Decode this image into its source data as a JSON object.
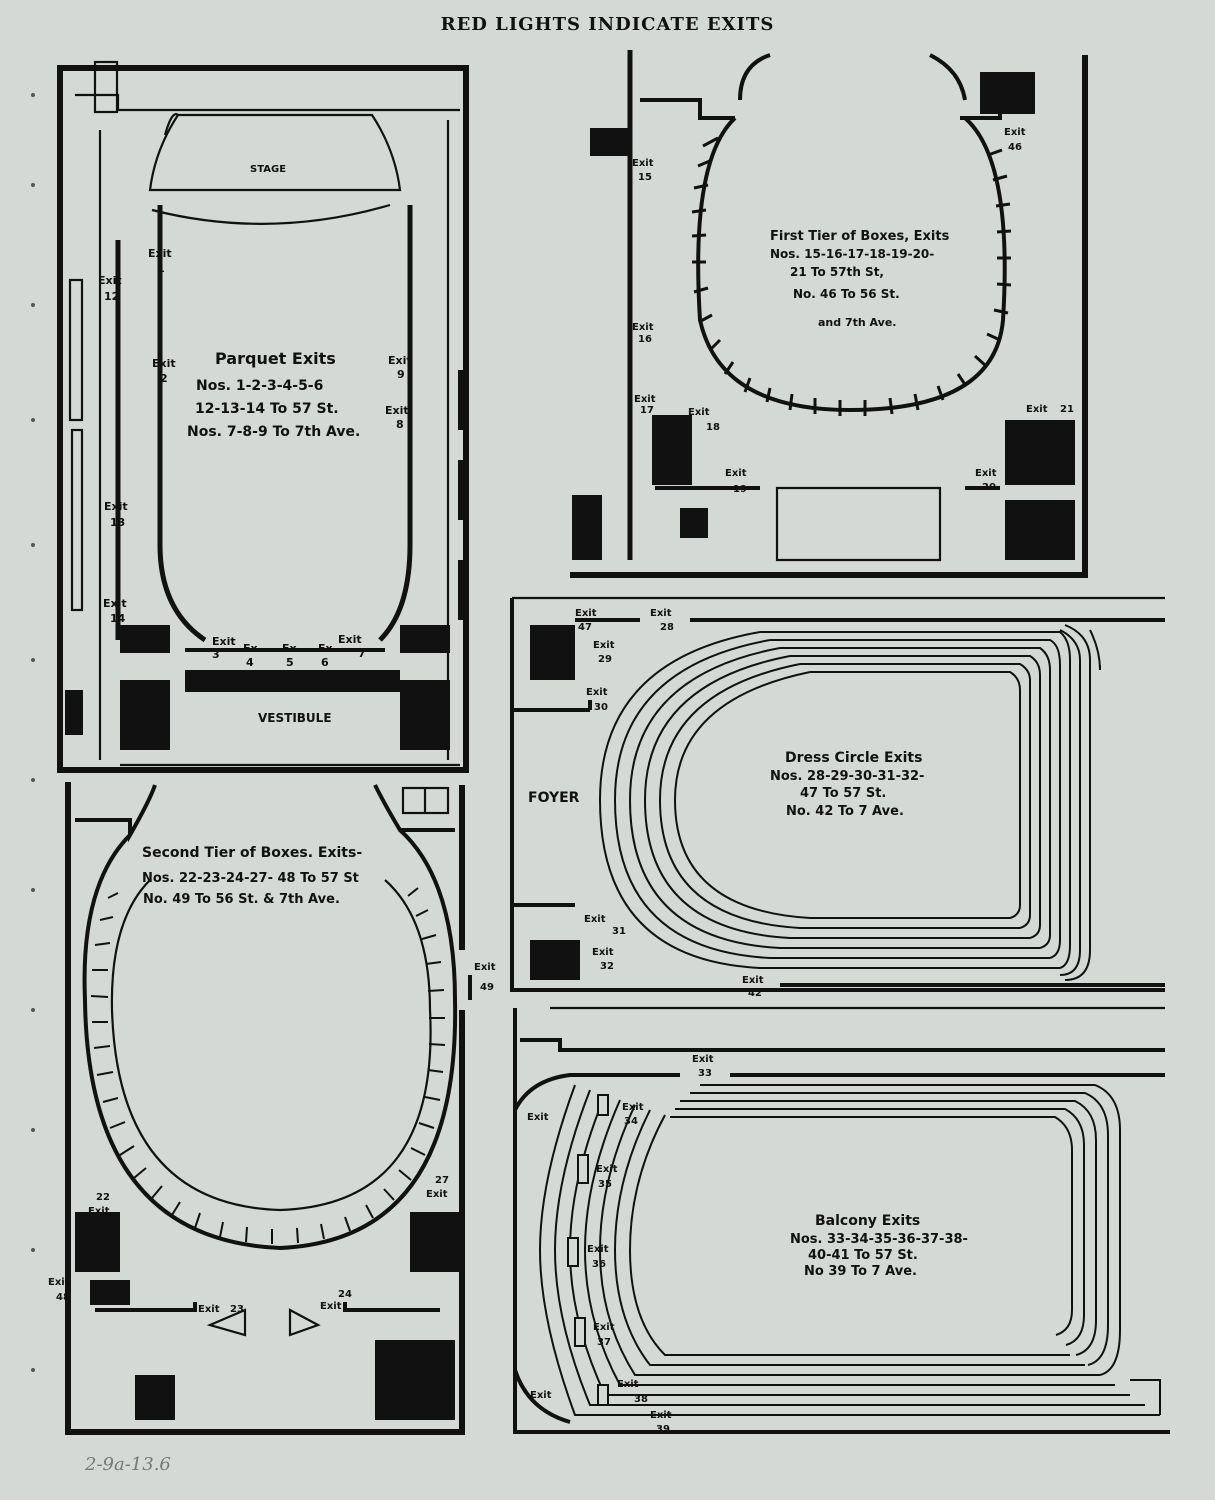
{
  "header": "RED LIGHTS INDICATE EXITS",
  "plans": {
    "parquet": {
      "stage_label": "STAGE",
      "vestibule_label": "VESTIBULE",
      "title": "Parquet Exits",
      "line1": "Nos. 1-2-3-4-5-6",
      "line2": "12-13-14 To 57 St.",
      "line3": "Nos. 7-8-9 To 7th Ave.",
      "exits": [
        {
          "word": "Exit",
          "num": "1"
        },
        {
          "word": "Exit",
          "num": "2"
        },
        {
          "word": "Exit",
          "num": "3"
        },
        {
          "word": "Ex",
          "num": "4"
        },
        {
          "word": "Ex",
          "num": "5"
        },
        {
          "word": "Ex",
          "num": "6"
        },
        {
          "word": "Exit",
          "num": "7"
        },
        {
          "word": "Exit",
          "num": "8"
        },
        {
          "word": "Exit",
          "num": "9"
        },
        {
          "word": "Exit",
          "num": "12"
        },
        {
          "word": "Exit",
          "num": "13"
        },
        {
          "word": "Exit",
          "num": "14"
        }
      ]
    },
    "first_tier": {
      "title": "First Tier of Boxes, Exits",
      "line1": "Nos. 15-16-17-18-19-20-",
      "line2": "21 To 57th St,",
      "line3": "No. 46 To 56 St.",
      "line4": "and 7th Ave.",
      "exits": [
        {
          "word": "Exit",
          "num": "15"
        },
        {
          "word": "Exit",
          "num": "16"
        },
        {
          "word": "Exit",
          "num": "17"
        },
        {
          "word": "Exit",
          "num": "18"
        },
        {
          "word": "Exit",
          "num": "19"
        },
        {
          "word": "Exit",
          "num": "20"
        },
        {
          "word": "Exit",
          "num": "21"
        },
        {
          "word": "Exit",
          "num": "46"
        }
      ]
    },
    "dress_circle": {
      "foyer_label": "FOYER",
      "title": "Dress Circle Exits",
      "line1": "Nos. 28-29-30-31-32-",
      "line2": "47 To 57 St.",
      "line3": "No. 42 To 7 Ave.",
      "exits": [
        {
          "word": "Exit",
          "num": "47"
        },
        {
          "word": "Exit",
          "num": "28"
        },
        {
          "word": "Exit",
          "num": "29"
        },
        {
          "word": "Exit",
          "num": "30"
        },
        {
          "word": "Exit",
          "num": "31"
        },
        {
          "word": "Exit",
          "num": "32"
        },
        {
          "word": "Exit",
          "num": "42"
        }
      ]
    },
    "second_tier": {
      "title": "Second Tier of Boxes. Exits-",
      "line1": "Nos. 22-23-24-27- 48 To 57 St",
      "line2": "No. 49 To 56 St. & 7th Ave.",
      "exits": [
        {
          "word": "Exit",
          "num": "49"
        },
        {
          "word": "Exit",
          "num": "27"
        },
        {
          "word": "Exit",
          "num": "22"
        },
        {
          "word": "Exit",
          "num": "48"
        },
        {
          "word": "Exit",
          "num": "23"
        },
        {
          "word": "Exit",
          "num": "24"
        }
      ]
    },
    "balcony": {
      "title": "Balcony Exits",
      "line1": "Nos. 33-34-35-36-37-38-",
      "line2": "40-41 To 57 St.",
      "line3": "No 39 To 7 Ave.",
      "exits": [
        {
          "word": "Exit",
          "num": "33"
        },
        {
          "word": "Exit",
          "num": "34"
        },
        {
          "word": "Exit",
          "num": "35"
        },
        {
          "word": "Exit",
          "num": "36"
        },
        {
          "word": "Exit",
          "num": "37"
        },
        {
          "word": "Exit",
          "num": "38"
        },
        {
          "word": "Exit",
          "num": "39"
        },
        {
          "word": "Exit",
          "num": ""
        },
        {
          "word": "Exit",
          "num": ""
        }
      ]
    }
  },
  "handwritten_note": "2-9a-13.6"
}
